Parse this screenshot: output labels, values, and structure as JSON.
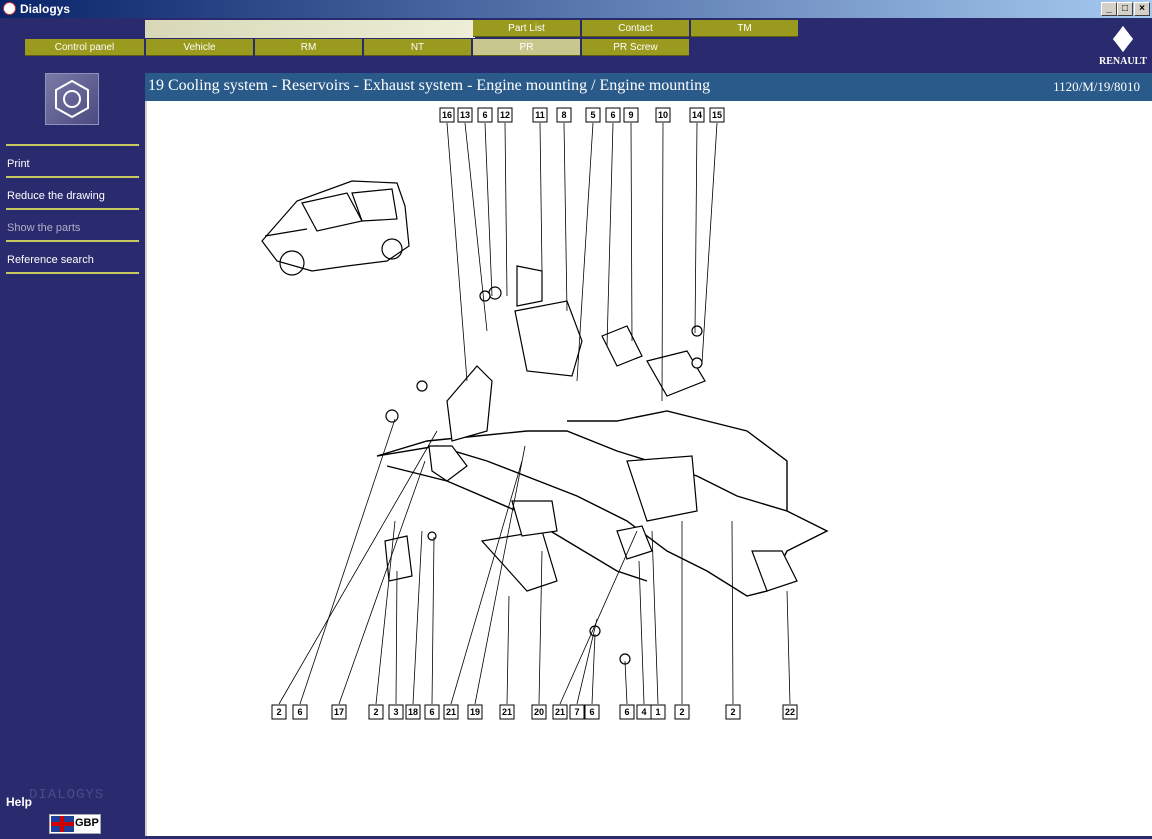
{
  "window": {
    "title": "Dialogys"
  },
  "nav": {
    "top_row": [
      {
        "label": "Part List"
      },
      {
        "label": "Contact"
      },
      {
        "label": "TM"
      }
    ],
    "bottom_row": [
      {
        "label": "Control panel"
      },
      {
        "label": "Vehicle"
      },
      {
        "label": "RM"
      },
      {
        "label": "NT"
      },
      {
        "label": "PR",
        "active": true
      },
      {
        "label": "PR Screw"
      }
    ]
  },
  "brand": {
    "logo_text": "RENAULT",
    "watermark": "DIALOGYS"
  },
  "sidebar": {
    "icon": "hex-nut-icon",
    "menu": [
      {
        "label": "Print",
        "enabled": true
      },
      {
        "label": "Reduce the drawing",
        "enabled": true
      },
      {
        "label": "Show the parts",
        "enabled": false
      },
      {
        "label": "Reference search",
        "enabled": true
      }
    ],
    "help_label": "Help",
    "language": "GBP"
  },
  "content": {
    "title": "19 Cooling system - Reservoirs - Exhaust system - Engine mounting / Engine mounting",
    "reference": "1120/M/19/8010"
  },
  "diagram": {
    "top_labels": [
      "16",
      "13",
      "6",
      "12",
      "11",
      "8",
      "5",
      "6",
      "9",
      "10",
      "14",
      "15"
    ],
    "bottom_labels": [
      "2",
      "6",
      "17",
      "2",
      "3",
      "18",
      "6",
      "21",
      "19",
      "21",
      "20",
      "21",
      "7",
      "6",
      "6",
      "4",
      "1",
      "2",
      "2",
      "22"
    ]
  },
  "colors": {
    "accent_nav": "#9a9a1e",
    "active_nav": "#c8c88e",
    "sidebar_bg": "#2a2a6e",
    "header_bar": "#2a5a8a"
  }
}
